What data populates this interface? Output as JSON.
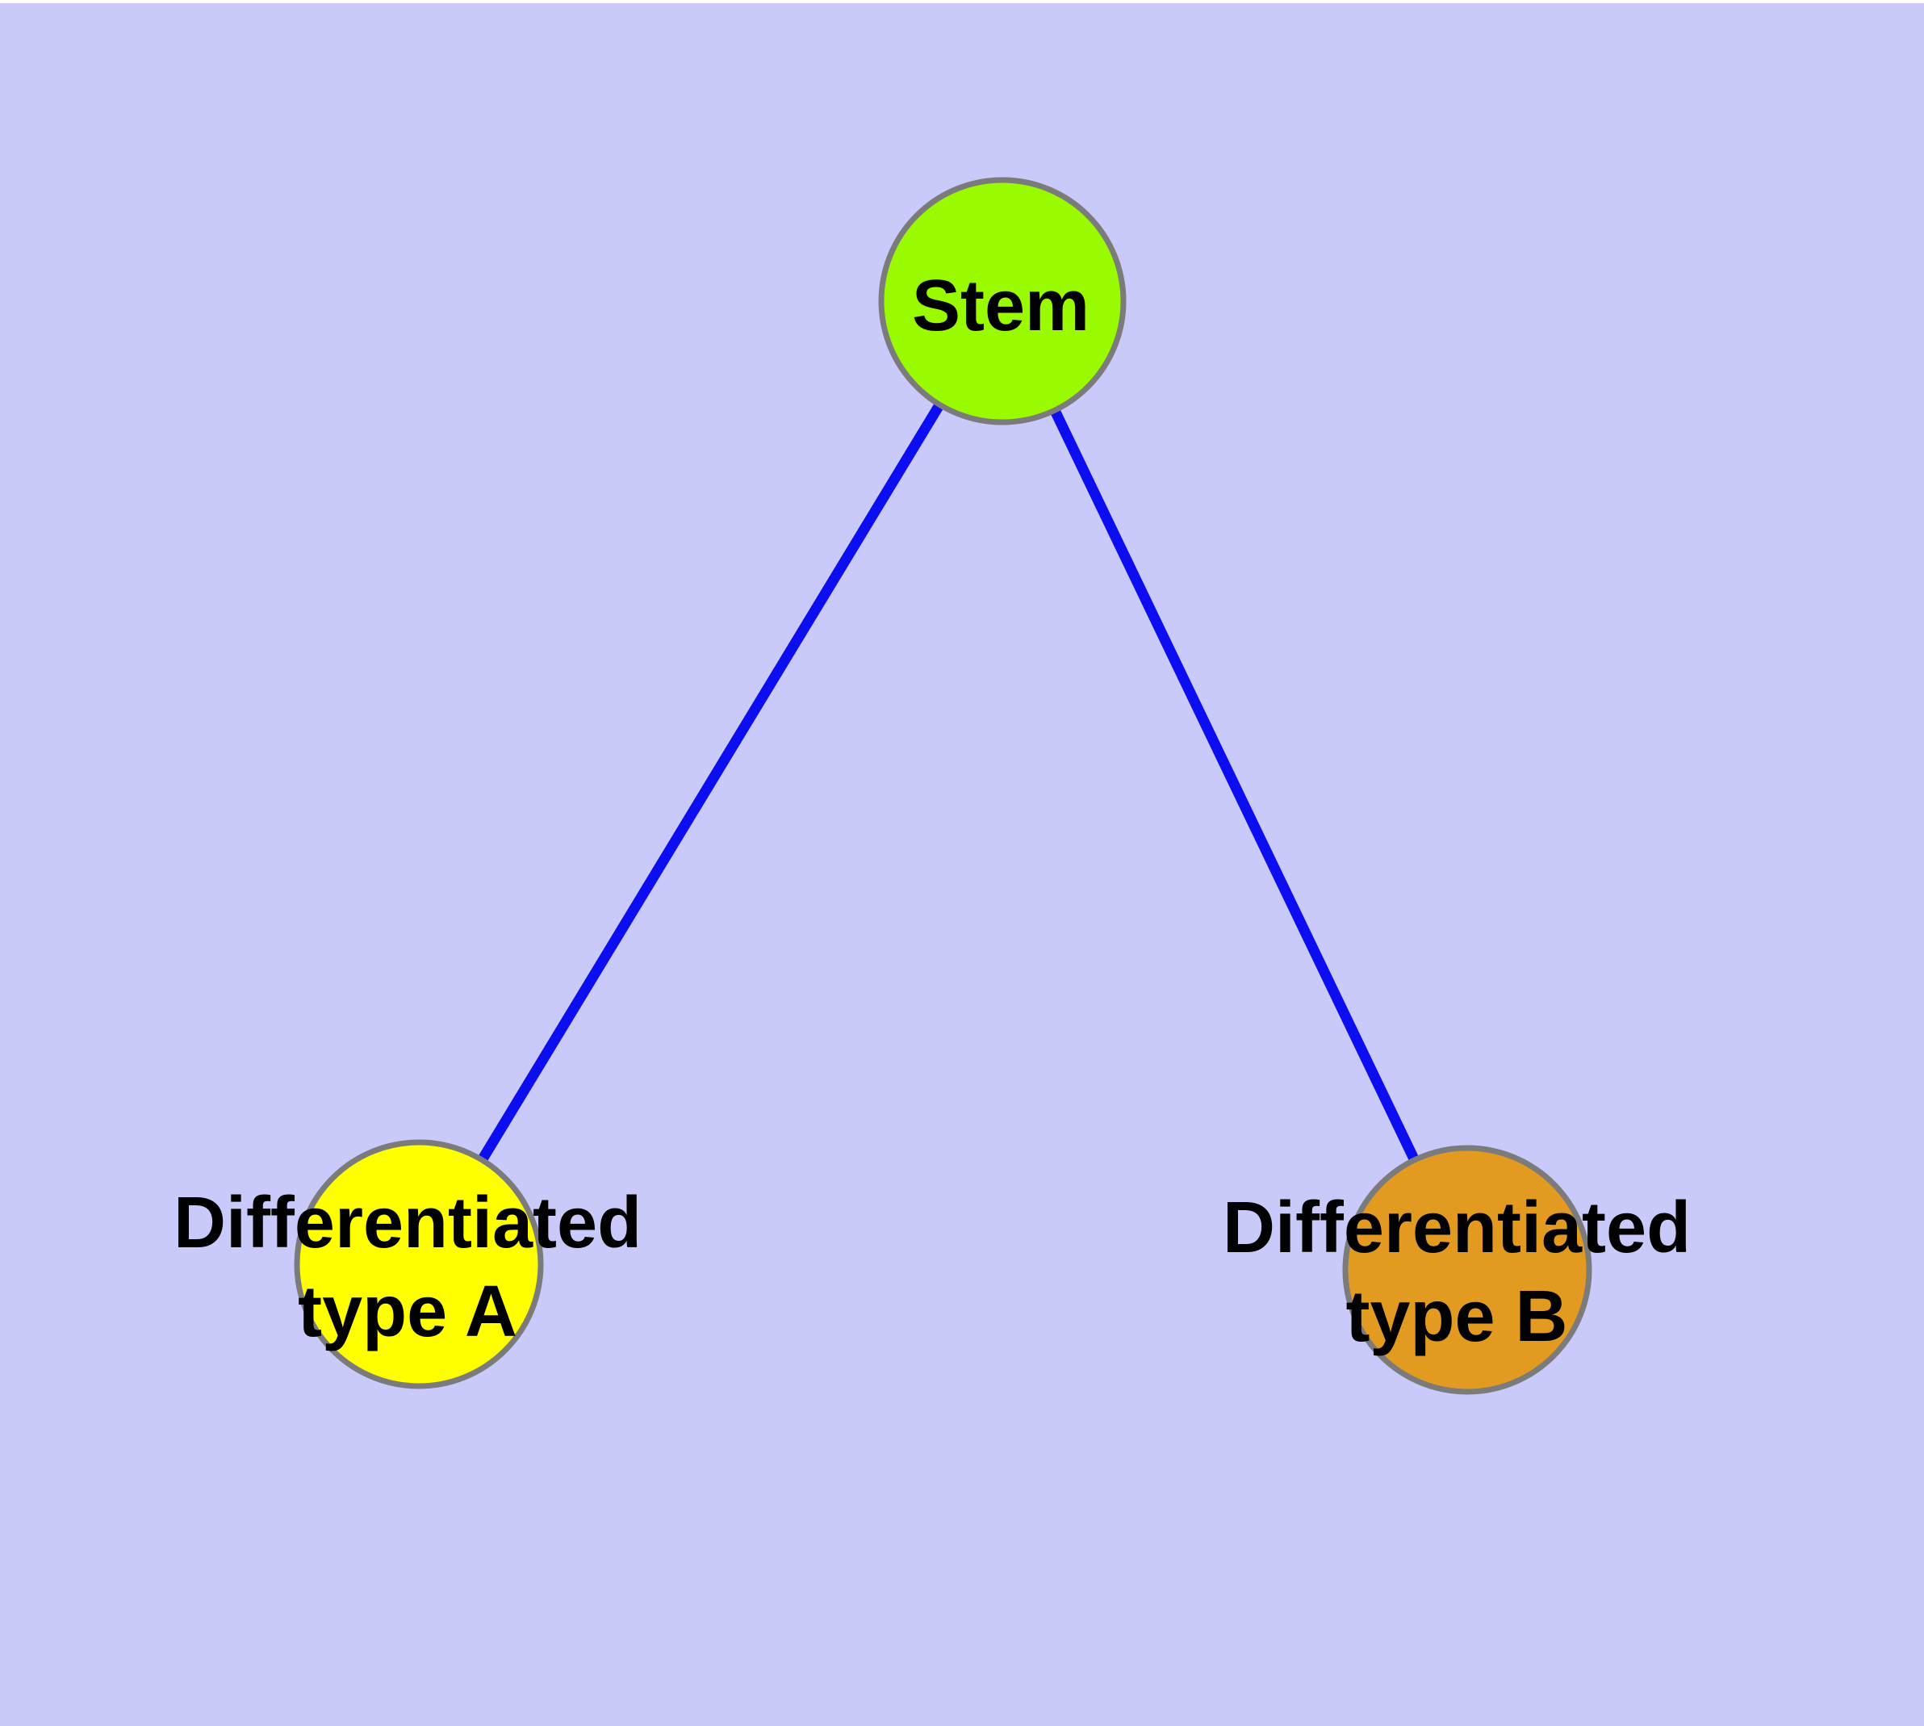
{
  "canvas": {
    "background_color": "#cacafa",
    "top_margin_color": "#ffffff"
  },
  "text_color": "#000000",
  "nodes": [
    {
      "id": "stem",
      "label": "Stem",
      "lines": [
        "Stem"
      ],
      "fill_color": "#9afa00",
      "border_color": "#7b7b7b"
    },
    {
      "id": "differentiated-type-a",
      "label": "Differentiated type A",
      "lines": [
        "Differentiated",
        "type A"
      ],
      "fill_color": "#ffff00",
      "border_color": "#7b7b7b"
    },
    {
      "id": "differentiated-type-b",
      "label": "Differentiated type B",
      "lines": [
        "Differentiated",
        "type B"
      ],
      "fill_color": "#e29b20",
      "border_color": "#7b7b7b"
    }
  ],
  "edges": [
    {
      "from": "stem",
      "to": "differentiated-type-a",
      "color": "#0d0df2"
    },
    {
      "from": "stem",
      "to": "differentiated-type-b",
      "color": "#0d0df2"
    }
  ]
}
